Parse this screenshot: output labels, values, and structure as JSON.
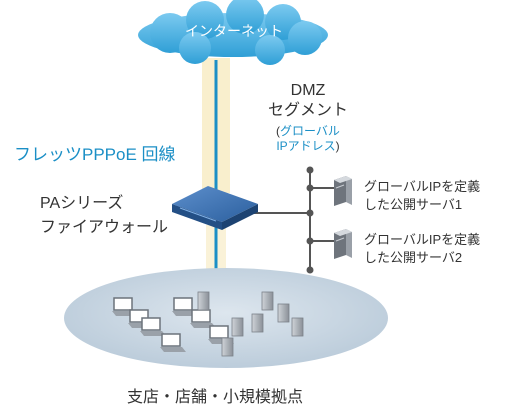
{
  "cloud": {
    "label": "インターネット"
  },
  "line": {
    "label": "フレッツPPPoE 回線"
  },
  "firewall": {
    "line1": "PAシリーズ",
    "line2": "ファイアウォール"
  },
  "dmz": {
    "line1": "DMZ",
    "line2": "セグメント",
    "open": "(",
    "sub1": "グローバル",
    "sub2": "IPアドレス",
    "close": ")"
  },
  "servers": [
    {
      "line1": "グローバルIPを定義",
      "line2": "した公開サーバ1"
    },
    {
      "line1": "グローバルIPを定義",
      "line2": "した公開サーバ2"
    }
  ],
  "site": {
    "label": "支店・店舗・小規模拠点"
  },
  "colors": {
    "cloud": "#42aee0",
    "line": "#1b8fc6",
    "glow": "#f8edc8",
    "firewall": "#2f6aa8",
    "dmz_line": "#555555",
    "site_ellipse": "#c8d6e2"
  }
}
